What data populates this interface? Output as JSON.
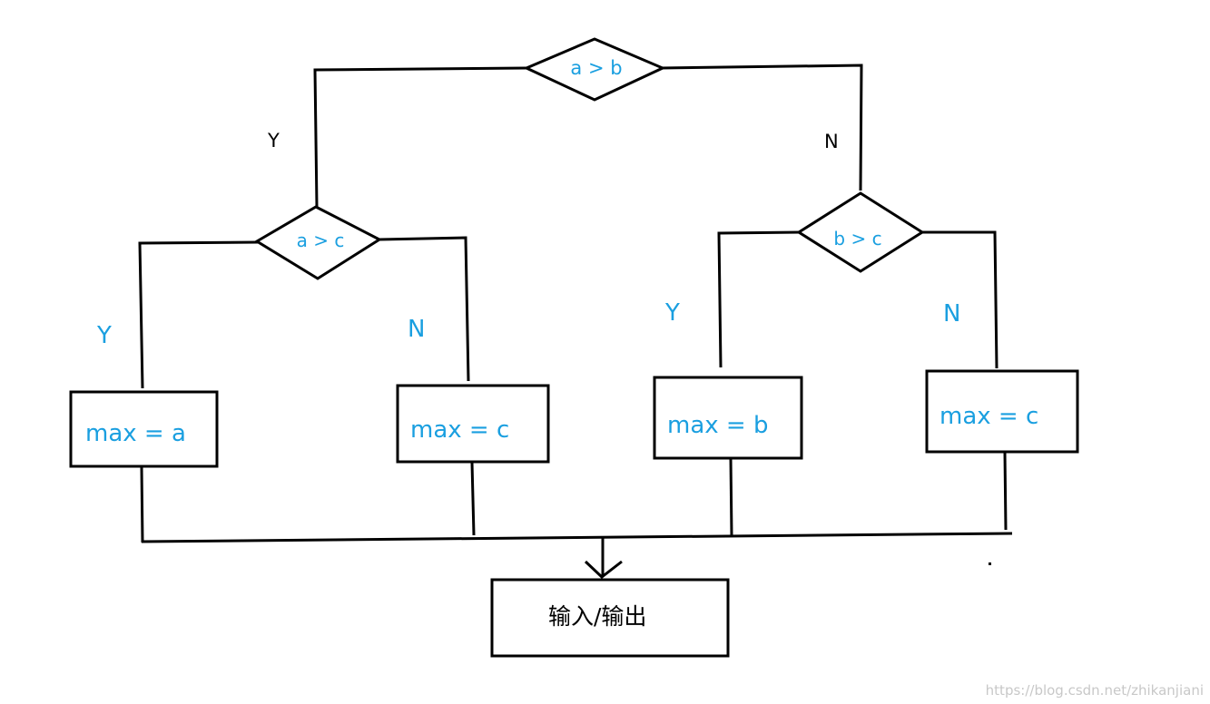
{
  "diagram": {
    "decisions": {
      "top": "a > b",
      "left": "a > c",
      "right": "b > c"
    },
    "branch_labels": {
      "top_yes": "Y",
      "top_no": "N",
      "left_yes": "Y",
      "left_no": "N",
      "right_yes": "Y",
      "right_no": "N"
    },
    "boxes": {
      "max_a": "max = a",
      "max_c_left": "max = c",
      "max_b": "max = b",
      "max_c_right": "max = c",
      "output": "输入/输出"
    },
    "watermark": "https://blog.csdn.net/zhikanjiani",
    "colors": {
      "label_blue": "#1a9fe0",
      "line": "#000000",
      "watermark": "#c8c8c8"
    }
  }
}
